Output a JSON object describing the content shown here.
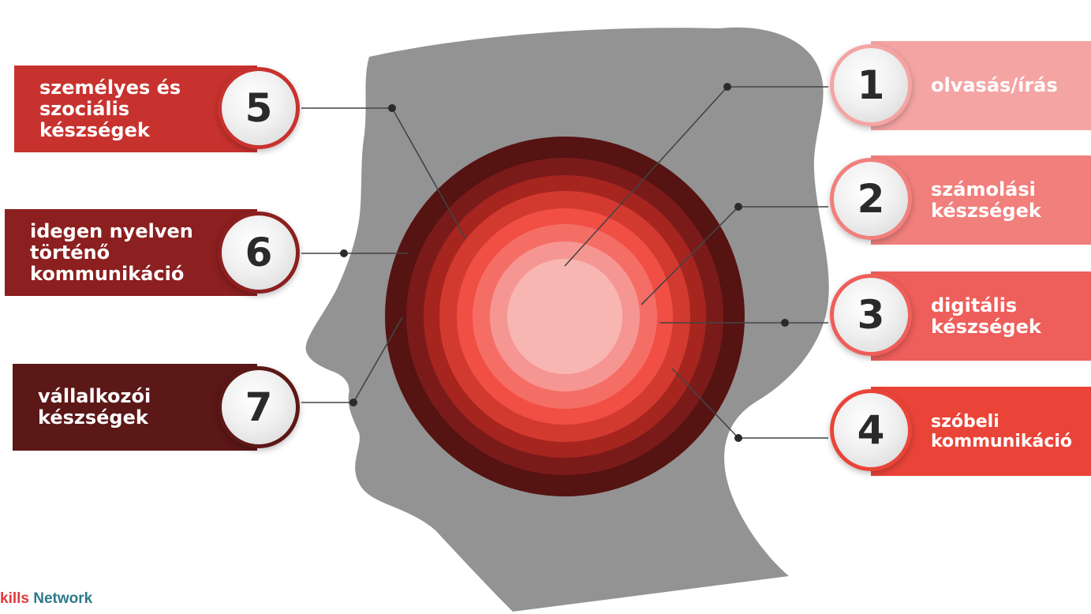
{
  "items": [
    {
      "num": "1",
      "text": "olvasás/írás",
      "color": "#f4a5a3"
    },
    {
      "num": "2",
      "text": "számolási\nkészségek",
      "color": "#f17f7c"
    },
    {
      "num": "3",
      "text": "digitális\nkészségek",
      "color": "#ee5e5a"
    },
    {
      "num": "4",
      "text": "szóbeli\nkommunikáció",
      "color": "#ea4438"
    },
    {
      "num": "5",
      "text": "személyes és\nszociális\nkészségek",
      "color": "#c8322e"
    },
    {
      "num": "6",
      "text": "idegen nyelven\ntörténő\nkommunikáció",
      "color": "#8c1f1f"
    },
    {
      "num": "7",
      "text": "vállalkozói\nkészségek",
      "color": "#5c1717"
    }
  ],
  "footer": {
    "part1": "kills",
    "part2": "Network",
    "color1": "#e0393a",
    "color2": "#2d7a8c"
  },
  "colors": {
    "head": "#939393",
    "line": "#444444"
  }
}
